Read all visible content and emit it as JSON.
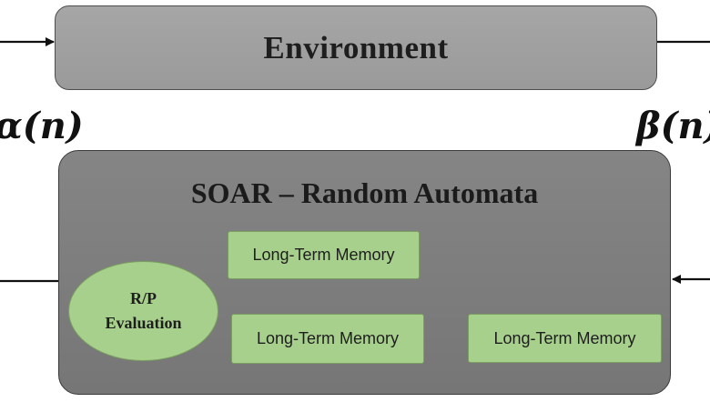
{
  "environment": {
    "title": "Environment"
  },
  "signals": {
    "input": "α(n)",
    "output": "β(n)"
  },
  "soar": {
    "title": "SOAR – Random Automata",
    "memories": [
      "Long-Term Memory",
      "Long-Term Memory",
      "Long-Term Memory"
    ],
    "evaluation": {
      "line1": "R/P",
      "line2": "Evaluation"
    }
  },
  "colors": {
    "environment_fill": "#a6a6a6",
    "soar_fill": "#7f7f7f",
    "memory_fill": "#a8d08d",
    "arrow": "#111111"
  }
}
